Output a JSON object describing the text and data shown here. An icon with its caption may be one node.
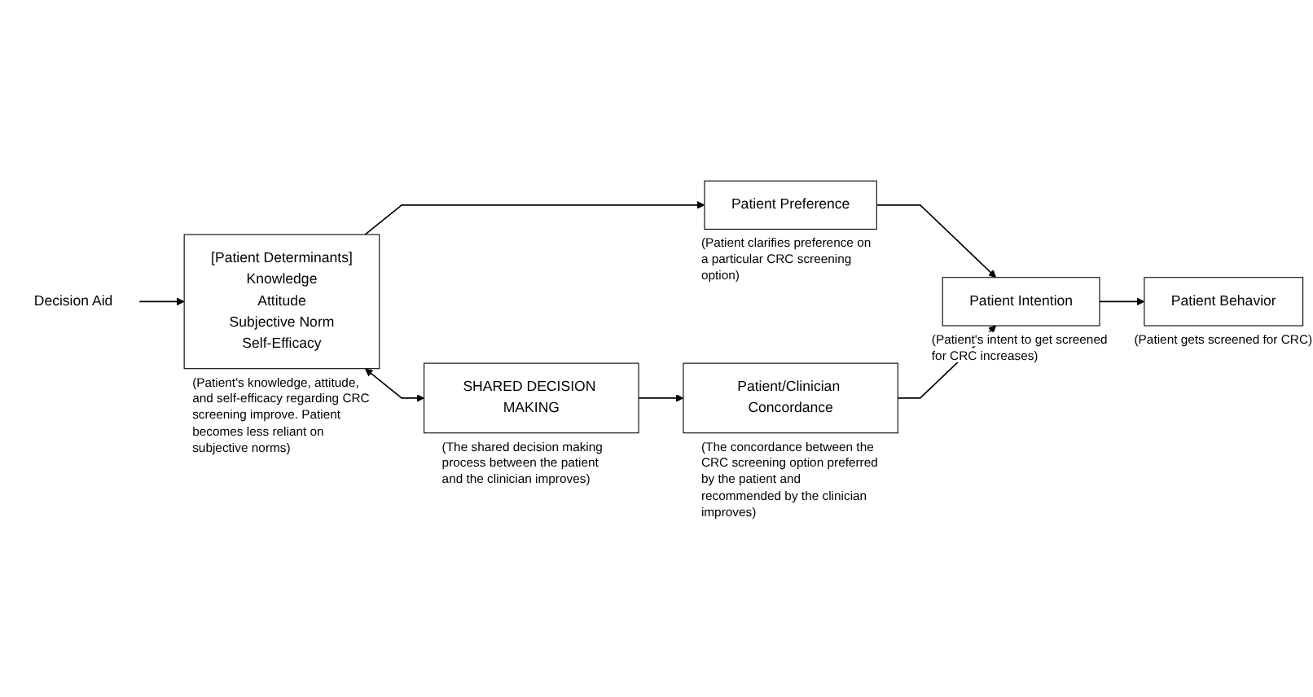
{
  "diagram": {
    "nodes": [
      {
        "text": [
          "Decision Aid"
        ]
      },
      {
        "text": [
          "[Patient Determinants]",
          "Knowledge",
          "Attitude",
          "Subjective Norm",
          "Self-Efficacy"
        ],
        "beside": [
          "(Patient's knowledge, attitude, and self-efficacy regarding CRC screening improve. Patient becomes less reliant on subjective norms)"
        ]
      },
      {
        "text": [
          "SHARED DECISION MAKING"
        ],
        "beside": [
          "(The shared decision making process between the patient and the clinician improves)"
        ]
      },
      {
        "text": [
          "Patient/Clinician Concordance"
        ],
        "beside": [
          "(The concordance between the CRC screening option preferred by the patient and recommended by the clinician improves)"
        ]
      },
      {
        "text": [
          "Patient Preference"
        ],
        "beside": [
          "(Patient clarifies preference on a particular CRC screening option)"
        ]
      },
      {
        "text": [
          "Patient Intention"
        ],
        "beside": [
          "(Patient's intent to get screened for CRC increases)"
        ]
      },
      {
        "text": [
          "Patient Behavior"
        ],
        "beside": [
          "(Patient gets screened for CRC)"
        ]
      }
    ],
    "edges": [
      {
        "from": 0,
        "to": 1,
        "arrow": "to"
      },
      {
        "from": 1,
        "to": 2,
        "arrow": "both"
      },
      {
        "from": 2,
        "to": 3,
        "arrow": "to"
      },
      {
        "from": 1,
        "to": 4,
        "arrow": "to"
      },
      {
        "from": 4,
        "to": 5,
        "arrow": "to"
      },
      {
        "from": 3,
        "to": 5,
        "arrow": "to"
      },
      {
        "from": 5,
        "to": 6,
        "arrow": "to"
      }
    ]
  }
}
